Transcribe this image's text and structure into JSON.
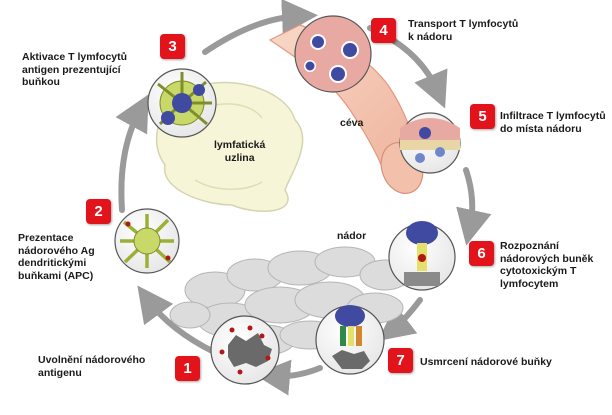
{
  "steps": [
    {
      "number": "1",
      "text": "Uvolnění nádorového\nantigenu"
    },
    {
      "number": "2",
      "text": "Prezentace\nnádorového Ag\ndendritickými\nbuňkami (APC)"
    },
    {
      "number": "3",
      "text": "Aktivace T lymfocytů\nantigen prezentující\nbuňkou"
    },
    {
      "number": "4",
      "text": "Transport T lymfocytů\nk nádoru"
    },
    {
      "number": "5",
      "text": "Infiltrace T lymfocytů\ndo místa nádoru"
    },
    {
      "number": "6",
      "text": "Rozpoznání\nnádorových buněk\ncytotoxickým T\nlymfocytem"
    },
    {
      "number": "7",
      "text": "Usmrcení nádorové buňky"
    }
  ],
  "region_labels": {
    "lymph_node": "lymfatická\nuzlina",
    "vessel": "céva",
    "tumor": "nádor"
  },
  "colors": {
    "badge": "#e3131b",
    "cycle_arrow": "#9a9a9a",
    "vessel": "#f4c7b3",
    "lymph_node": "#f7f5d8",
    "dendritic_cell": "#c8d96a",
    "t_cell": "#3f4aa0",
    "tumor": "#d8d8d8"
  }
}
